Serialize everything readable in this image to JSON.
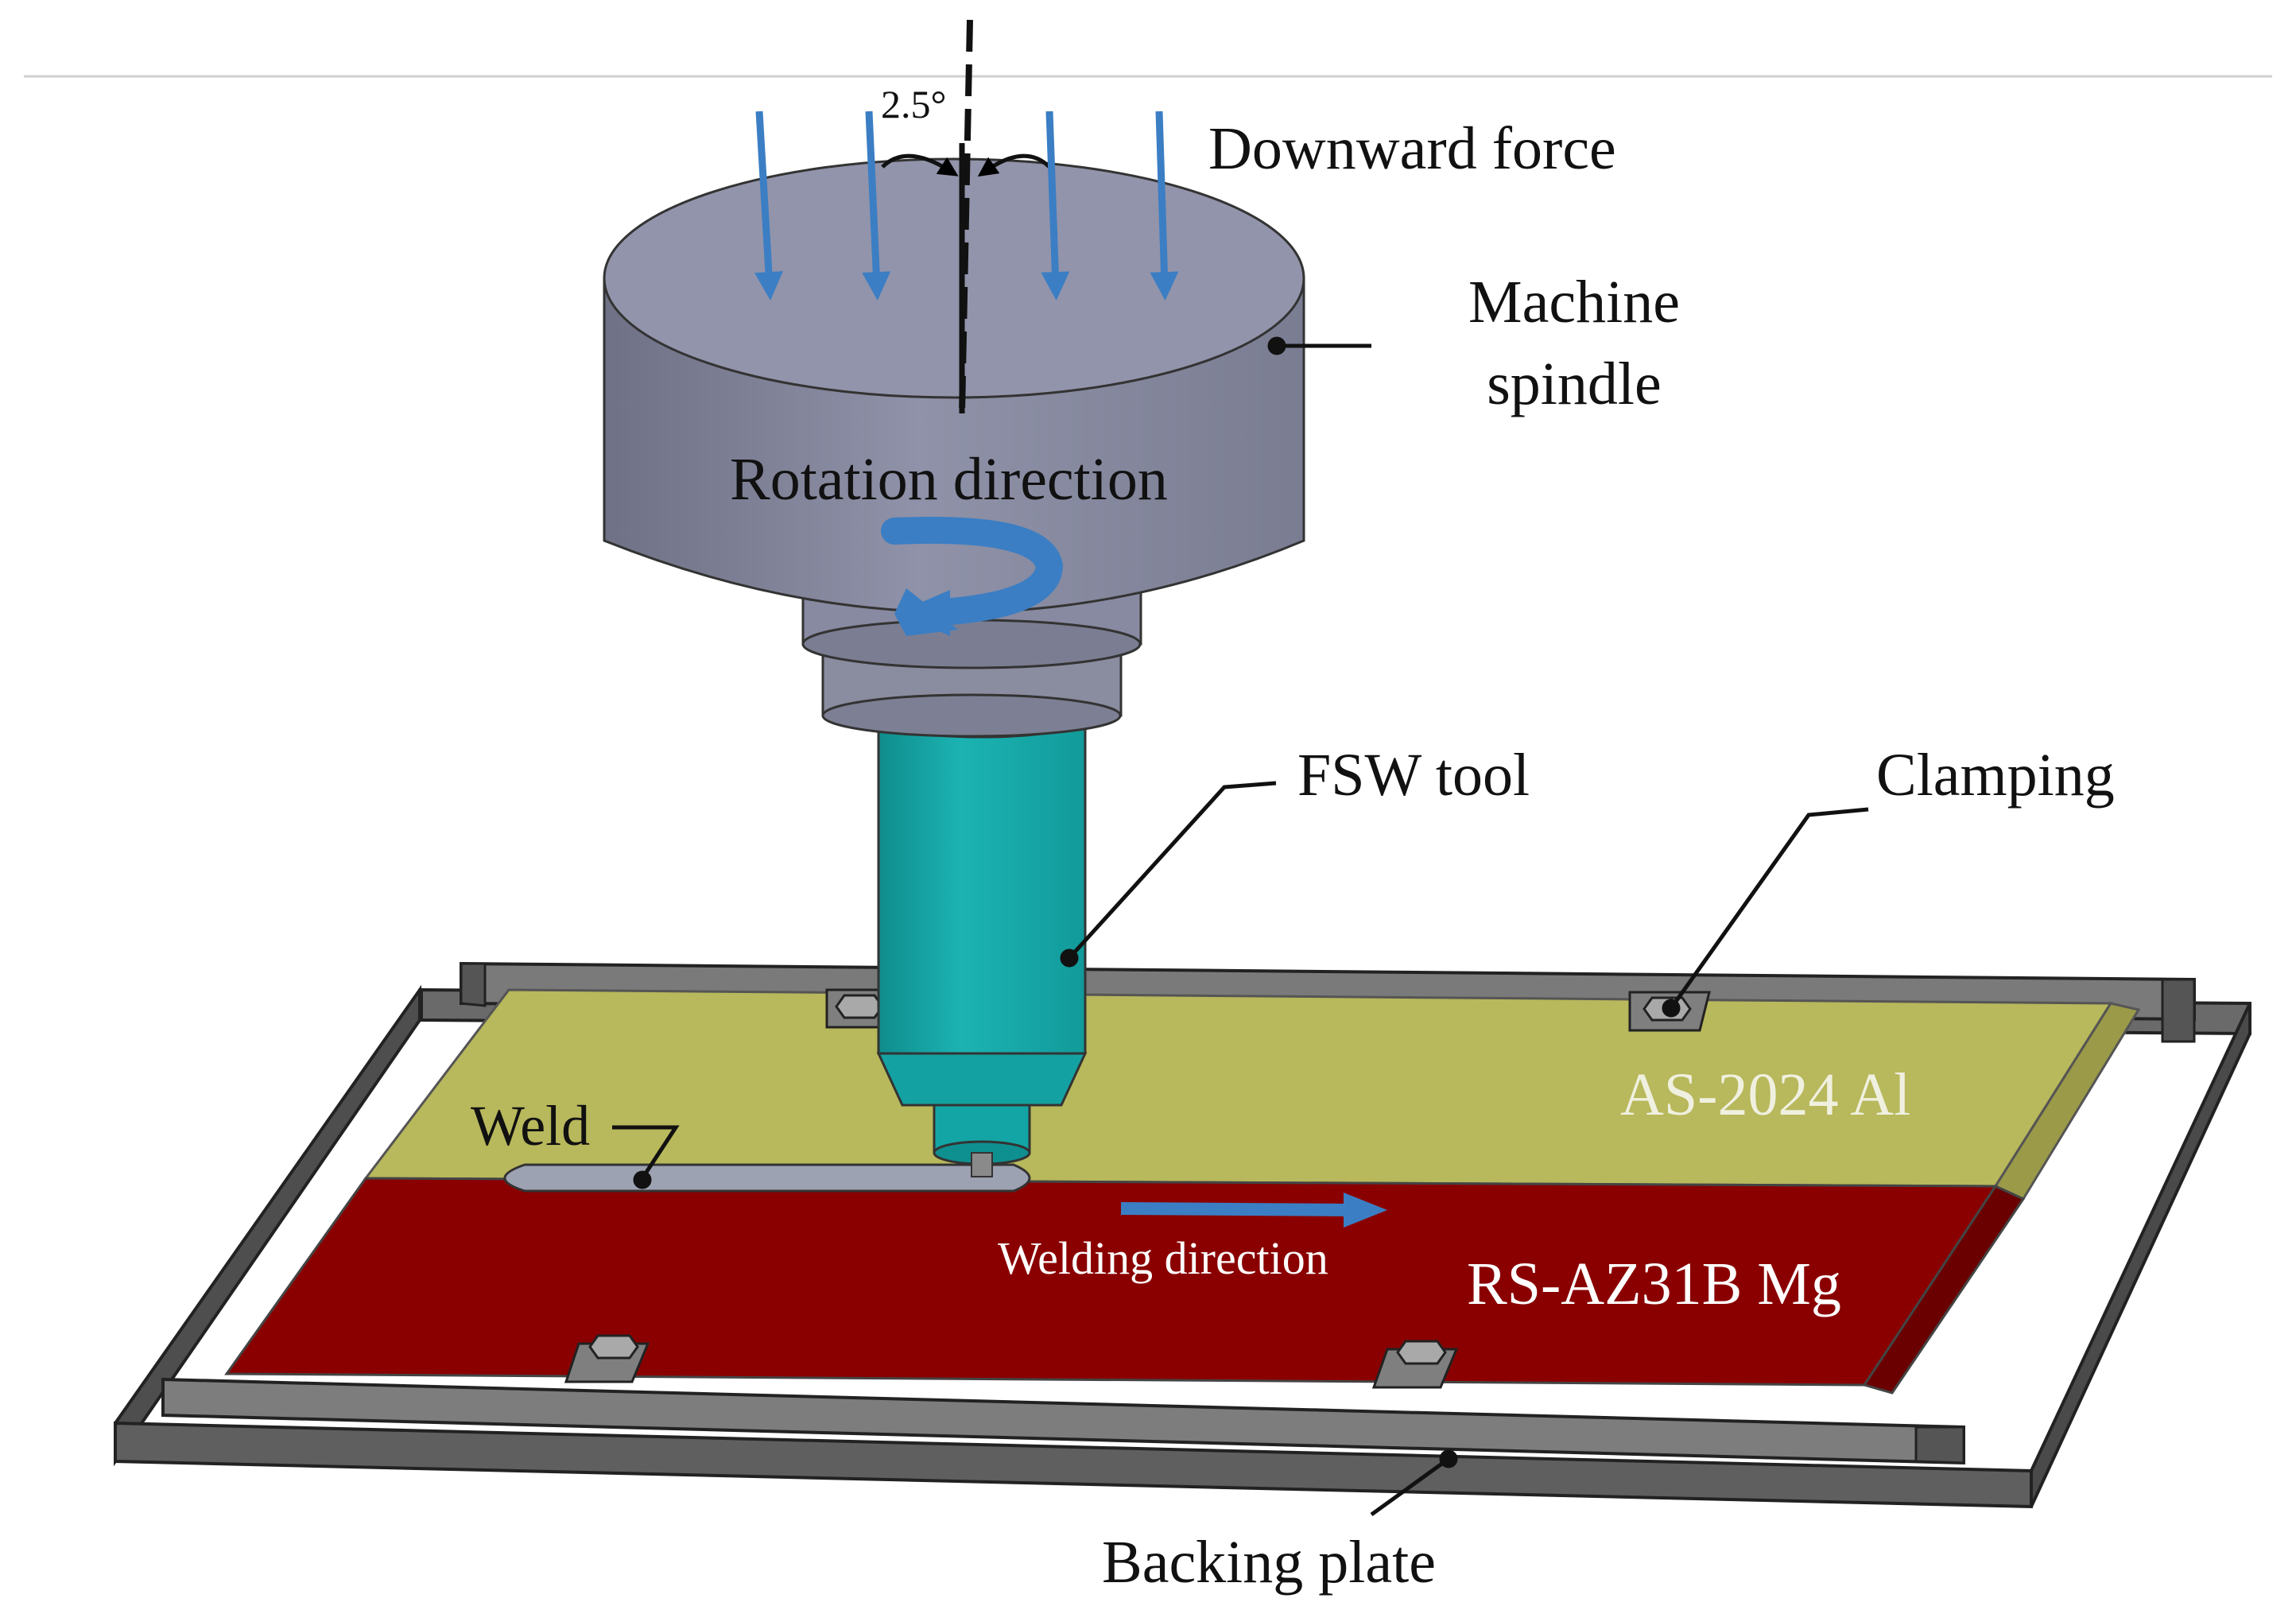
{
  "labels": {
    "angle": "2.5°",
    "downward_force": "Downward force",
    "machine_spindle_line1": "Machine",
    "machine_spindle_line2": "spindle",
    "rotation_direction": "Rotation direction",
    "fsw_tool": "FSW tool",
    "clamping": "Clamping",
    "advancing_side": "AS-2024 Al",
    "weld": "Weld",
    "welding_direction": "Welding direction",
    "retreating_side": "RS-AZ31B Mg",
    "backing_plate": "Backing plate"
  },
  "colors": {
    "arrow_blue": "#3b7ec4",
    "spindle_gray": "#8c8fa6",
    "tool_teal": "#16a6a6",
    "aluminum_plate": "#b8b85c",
    "magnesium_plate": "#8a0000",
    "backing_plate": "#5b5b5b"
  }
}
